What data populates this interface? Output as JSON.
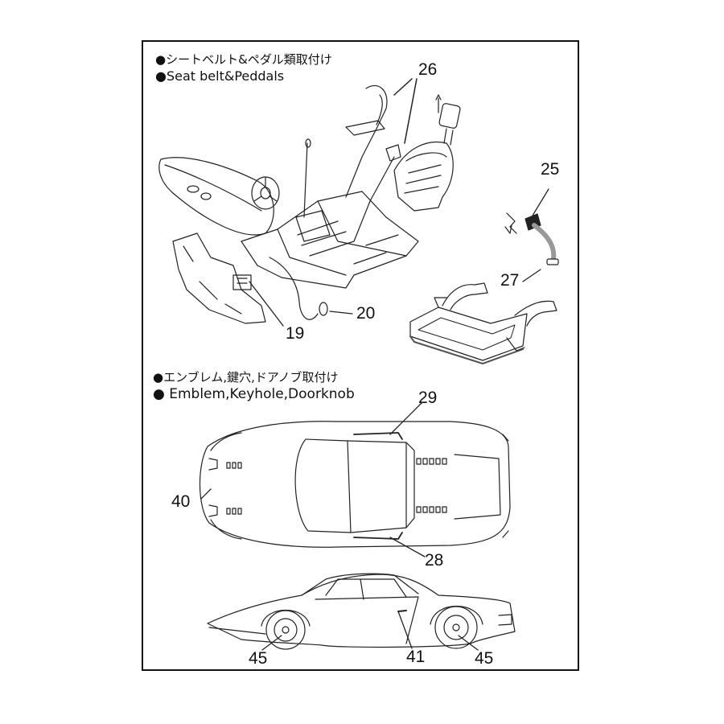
{
  "section1": {
    "heading_jp": "●シートベルト&ペダル類取付け",
    "heading_en": "●Seat belt&Peddals"
  },
  "section2": {
    "heading_jp": "●エンブレム,鍵穴,ドアノブ取付け",
    "heading_en": "● Emblem,Keyhole,Doorknob"
  },
  "callouts": {
    "c26": "26",
    "c25": "25",
    "c27": "27",
    "c20": "20",
    "c19": "19",
    "c29": "29",
    "c40": "40",
    "c28": "28",
    "c45a": "45",
    "c41": "41",
    "c45b": "45"
  }
}
